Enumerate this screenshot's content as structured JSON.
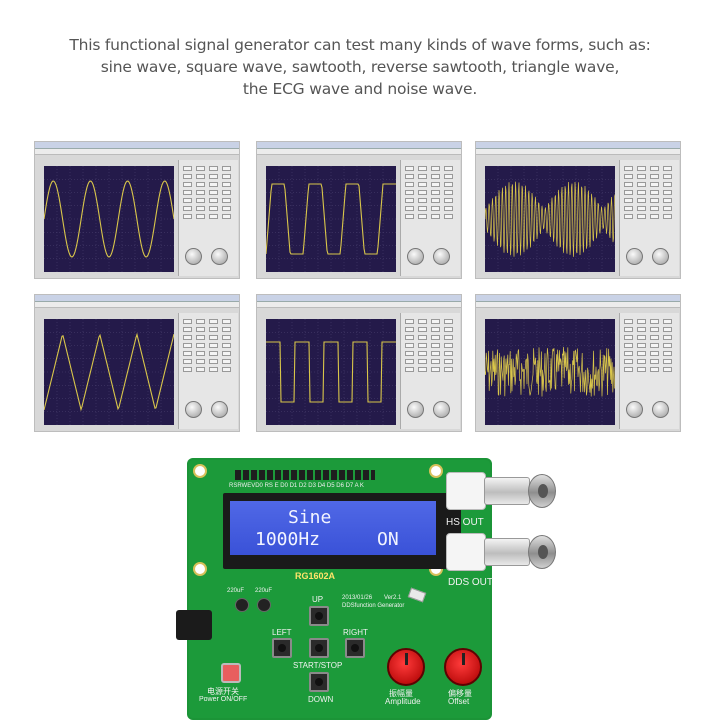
{
  "caption": {
    "line1": "This functional signal generator can test many kinds of wave forms, such as:",
    "line2": "sine wave, square wave, sawtooth, reverse sawtooth, triangle wave,",
    "line3": "the ECG wave and noise wave."
  },
  "screenshots": [
    {
      "wave": "sine"
    },
    {
      "wave": "square-ish"
    },
    {
      "wave": "modulated"
    },
    {
      "wave": "triangle"
    },
    {
      "wave": "square"
    },
    {
      "wave": "noise"
    }
  ],
  "board": {
    "lcd_line1": "Sine",
    "lcd_freq": "1000Hz",
    "lcd_state": "ON",
    "pin_labels": "RSRWEVD0 RS E D0 D1 D2 D3 D4 D5 D6 D7 A K",
    "lcd_model": "RG1602A",
    "hs_out": "HS OUT",
    "dds_out": "DDS OUT",
    "board_date": "2013/01/26",
    "board_ver": "Ver2.1",
    "board_name": "DDSfunction Generator",
    "btn_up": "UP",
    "btn_left": "LEFT",
    "btn_right": "RIGHT",
    "btn_start": "START/STOP",
    "btn_down": "DOWN",
    "power_cn": "电源开关",
    "power_en": "Power ON/OFF",
    "amp_cn": "振幅量",
    "amp_en": "Amplitude",
    "offset_cn": "偏移量",
    "offset_en": "Offset",
    "cap1": "220uF",
    "cap2": "220uF"
  },
  "colors": {
    "pcb": "#1c9a3a",
    "lcd": "#3f57dc",
    "trace": "#d9c64a",
    "scope_bg": "#241a4a",
    "knob": "#d81515"
  }
}
